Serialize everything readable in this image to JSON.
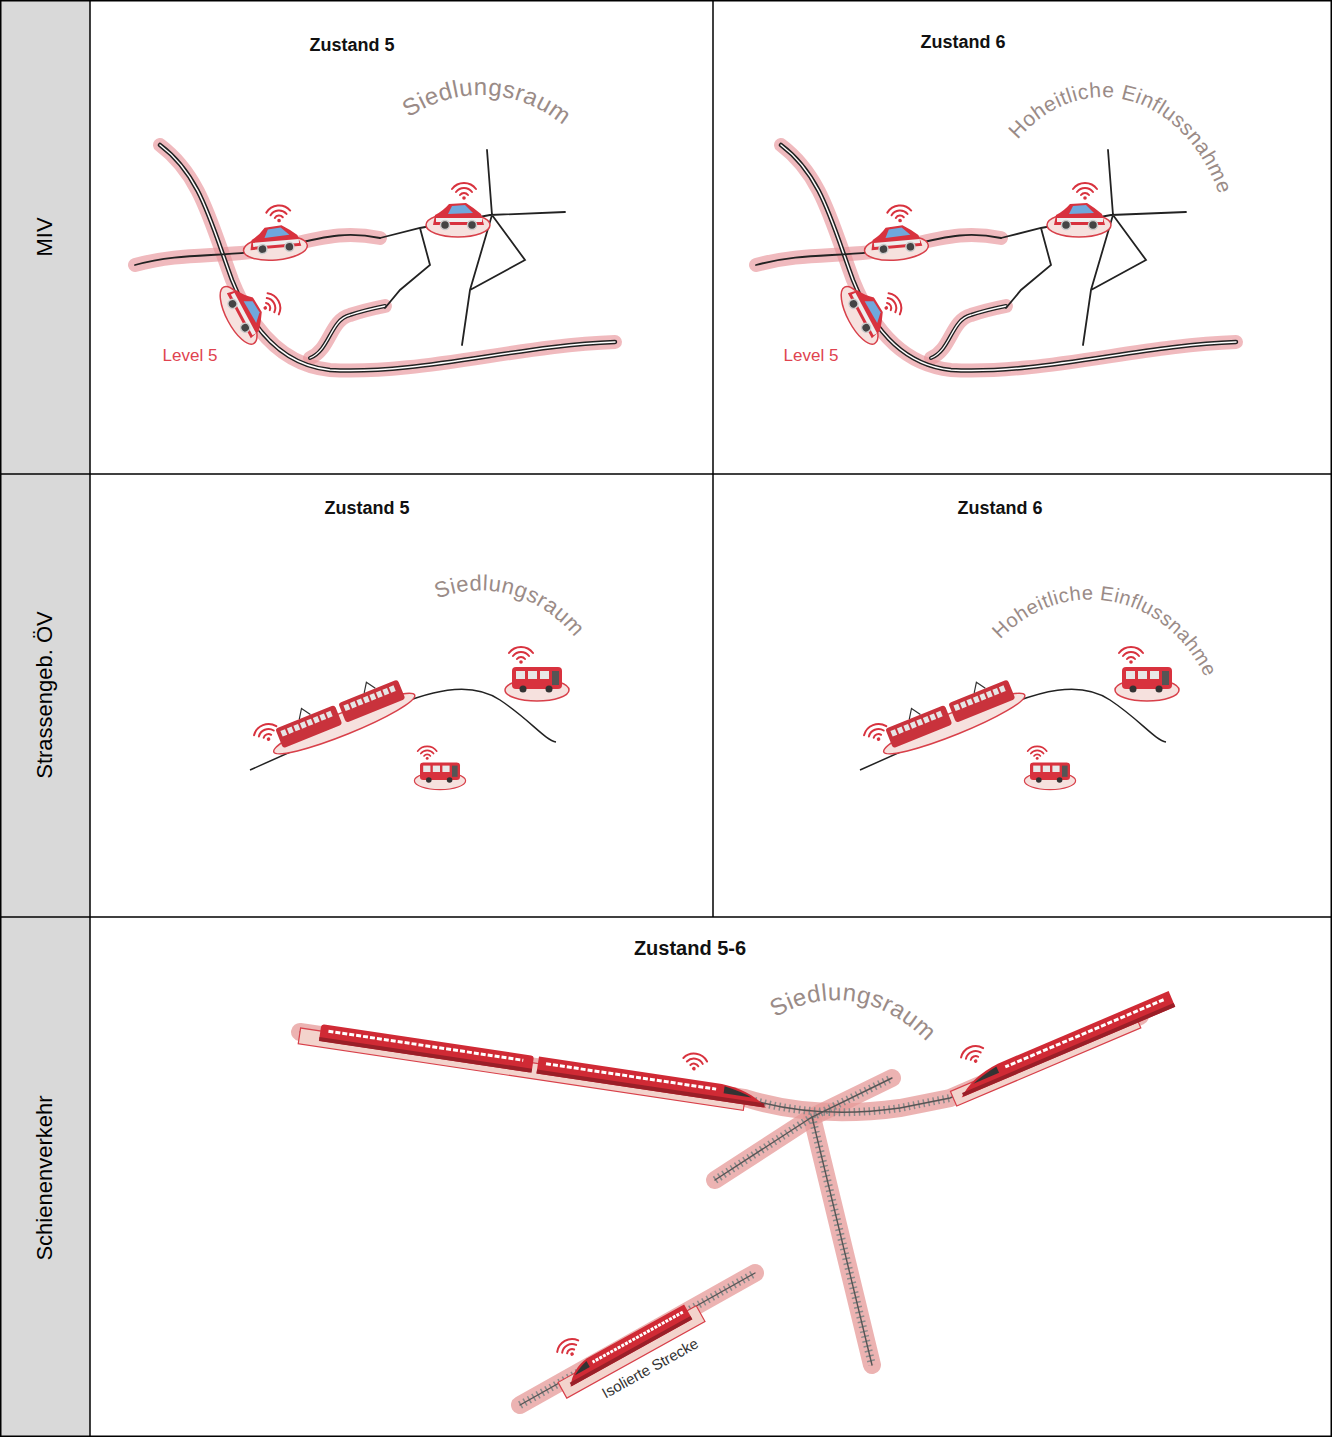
{
  "diagram": {
    "nodes": [
      {
        "text": [
          "Siedlungsraum"
        ]
      },
      {
        "text": [
          "Hoheitliche Einflussnahme"
        ]
      },
      {
        "text": [
          "Siedlungsraum"
        ]
      },
      {
        "text": [
          "Hoheitliche Einflussnahme"
        ]
      },
      {
        "text": [
          "Siedlungsraum"
        ]
      }
    ],
    "labels": [
      "MIV",
      "Strassengeb. ÖV",
      "Schienenverkehr",
      "Zustand 5",
      "Zustand 6",
      "Level 5",
      "Level 5",
      "Zustand 5",
      "Zustand 6",
      "Zustand 5-6",
      "Isolierte Strecke"
    ]
  }
}
